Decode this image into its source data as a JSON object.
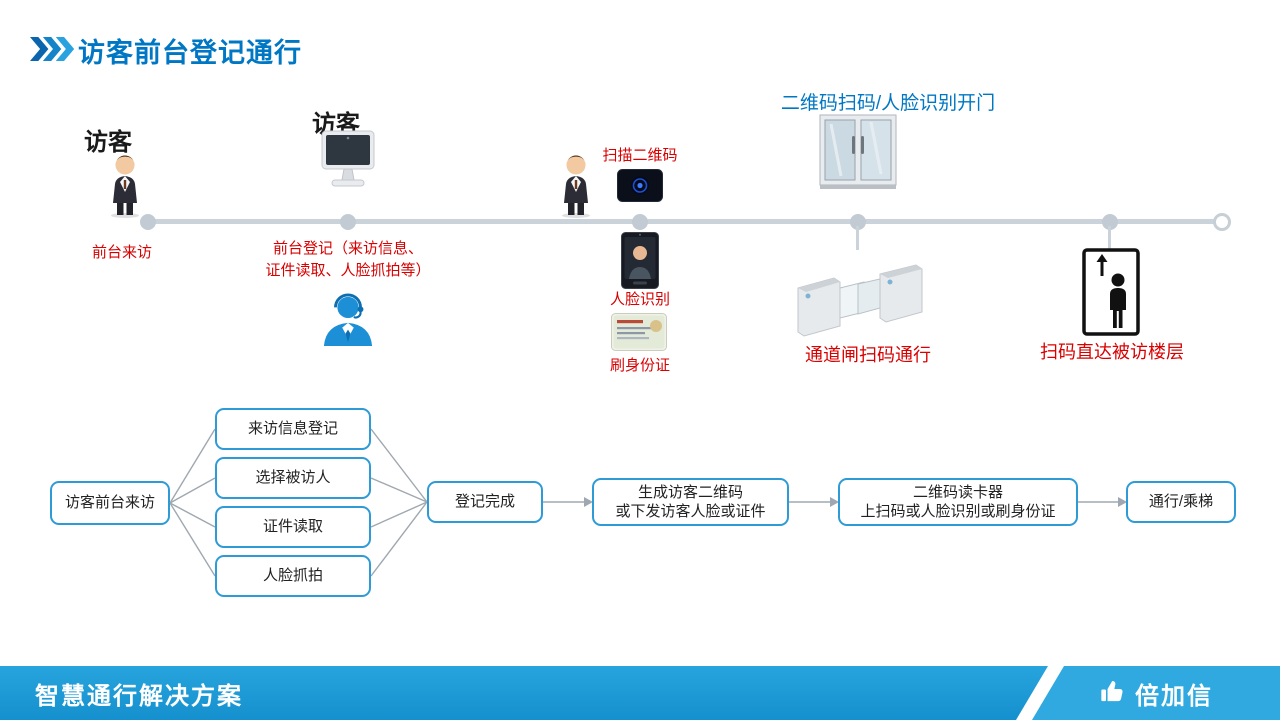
{
  "colors": {
    "title_blue": "#0077C4",
    "caption_red": "#D90000",
    "box_border_blue": "#2E9BD6",
    "timeline_gray": "#CBD3DA",
    "footer_left_blue": "#1590CE",
    "footer_right_blue": "#2FA9E0"
  },
  "title": "访客前台登记通行",
  "timeline": {
    "step1": {
      "label": "访客",
      "caption": "前台来访"
    },
    "step2": {
      "label": "访客",
      "caption": "前台登记（来访信息、\n证件读取、人脸抓拍等）"
    },
    "step3": {
      "qr_label": "扫描二维码",
      "face_label": "人脸识别",
      "idcard_label": "刷身份证"
    },
    "step4": {
      "header": "二维码扫码/人脸识别开门",
      "caption": "通道闸扫码通行"
    },
    "step5": {
      "caption": "扫码直达被访楼层"
    }
  },
  "flowchart": {
    "start": "访客前台来访",
    "branches": [
      "来访信息登记",
      "选择被访人",
      "证件读取",
      "人脸抓拍"
    ],
    "complete": "登记完成",
    "generate": "生成访客二维码\n或下发访客人脸或证件",
    "reader": "二维码读卡器\n上扫码或人脸识别或刷身份证",
    "pass": "通行/乘梯"
  },
  "footer": {
    "solution": "智慧通行解决方案",
    "brand": "倍加信"
  }
}
